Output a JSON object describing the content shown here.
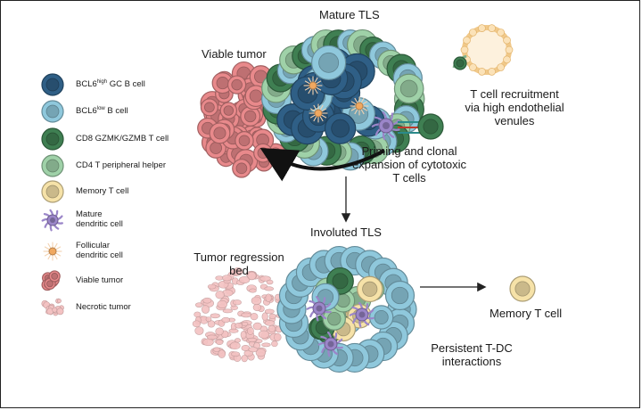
{
  "legend": [
    {
      "key": "gc_b",
      "label_main": "BCL6",
      "label_sup": "high",
      "label_rest": " GC B cell",
      "icon": "dark-blue-cell-icon"
    },
    {
      "key": "b",
      "label_main": "BCL6",
      "label_sup": "low",
      "label_rest": " B cell",
      "icon": "light-blue-cell-icon"
    },
    {
      "key": "cd8",
      "label_main": "CD8 GZMK/GZMB T cell",
      "icon": "dark-green-cell-icon"
    },
    {
      "key": "cd4",
      "label_main": "CD4 T peripheral helper",
      "icon": "light-green-cell-icon"
    },
    {
      "key": "mem",
      "label_main": "Memory T cell",
      "icon": "yellow-cell-icon"
    },
    {
      "key": "mdc",
      "label_main": "Mature",
      "label_line2": "dendritic cell",
      "icon": "purple-dendritic-icon"
    },
    {
      "key": "fdc",
      "label_main": "Follicular",
      "label_line2": "dendritic cell",
      "icon": "orange-follicular-icon"
    },
    {
      "key": "vt",
      "label_main": "Viable tumor",
      "icon": "red-tumor-icon"
    },
    {
      "key": "nt",
      "label_main": "Necrotic tumor",
      "icon": "pink-necrotic-icon"
    }
  ],
  "labels": {
    "mature_tls": "Mature TLS",
    "viable_tumor": "Viable tumor",
    "recruit_1": "T cell recruitment",
    "recruit_2": "via high endothelial",
    "recruit_3": "venules",
    "priming_1": "Priming and clonal",
    "priming_2": "expansion of cytotoxic",
    "priming_3": "T cells",
    "involuted_tls": "Involuted TLS",
    "regression_1": "Tumor regression",
    "regression_2": "bed",
    "persistent_1": "Persistent T-DC",
    "persistent_2": "interactions",
    "memory_t": "Memory T cell"
  },
  "colors": {
    "gc_b": "#2f5f86",
    "b": "#8fc8dc",
    "cd8": "#3f7f52",
    "cd4": "#9fd1a8",
    "mem": "#f6e2a8",
    "mdc": "#9b86c9",
    "fdc": "#f0a860",
    "vt": "#e8898b",
    "nt": "#f3c2c2"
  }
}
